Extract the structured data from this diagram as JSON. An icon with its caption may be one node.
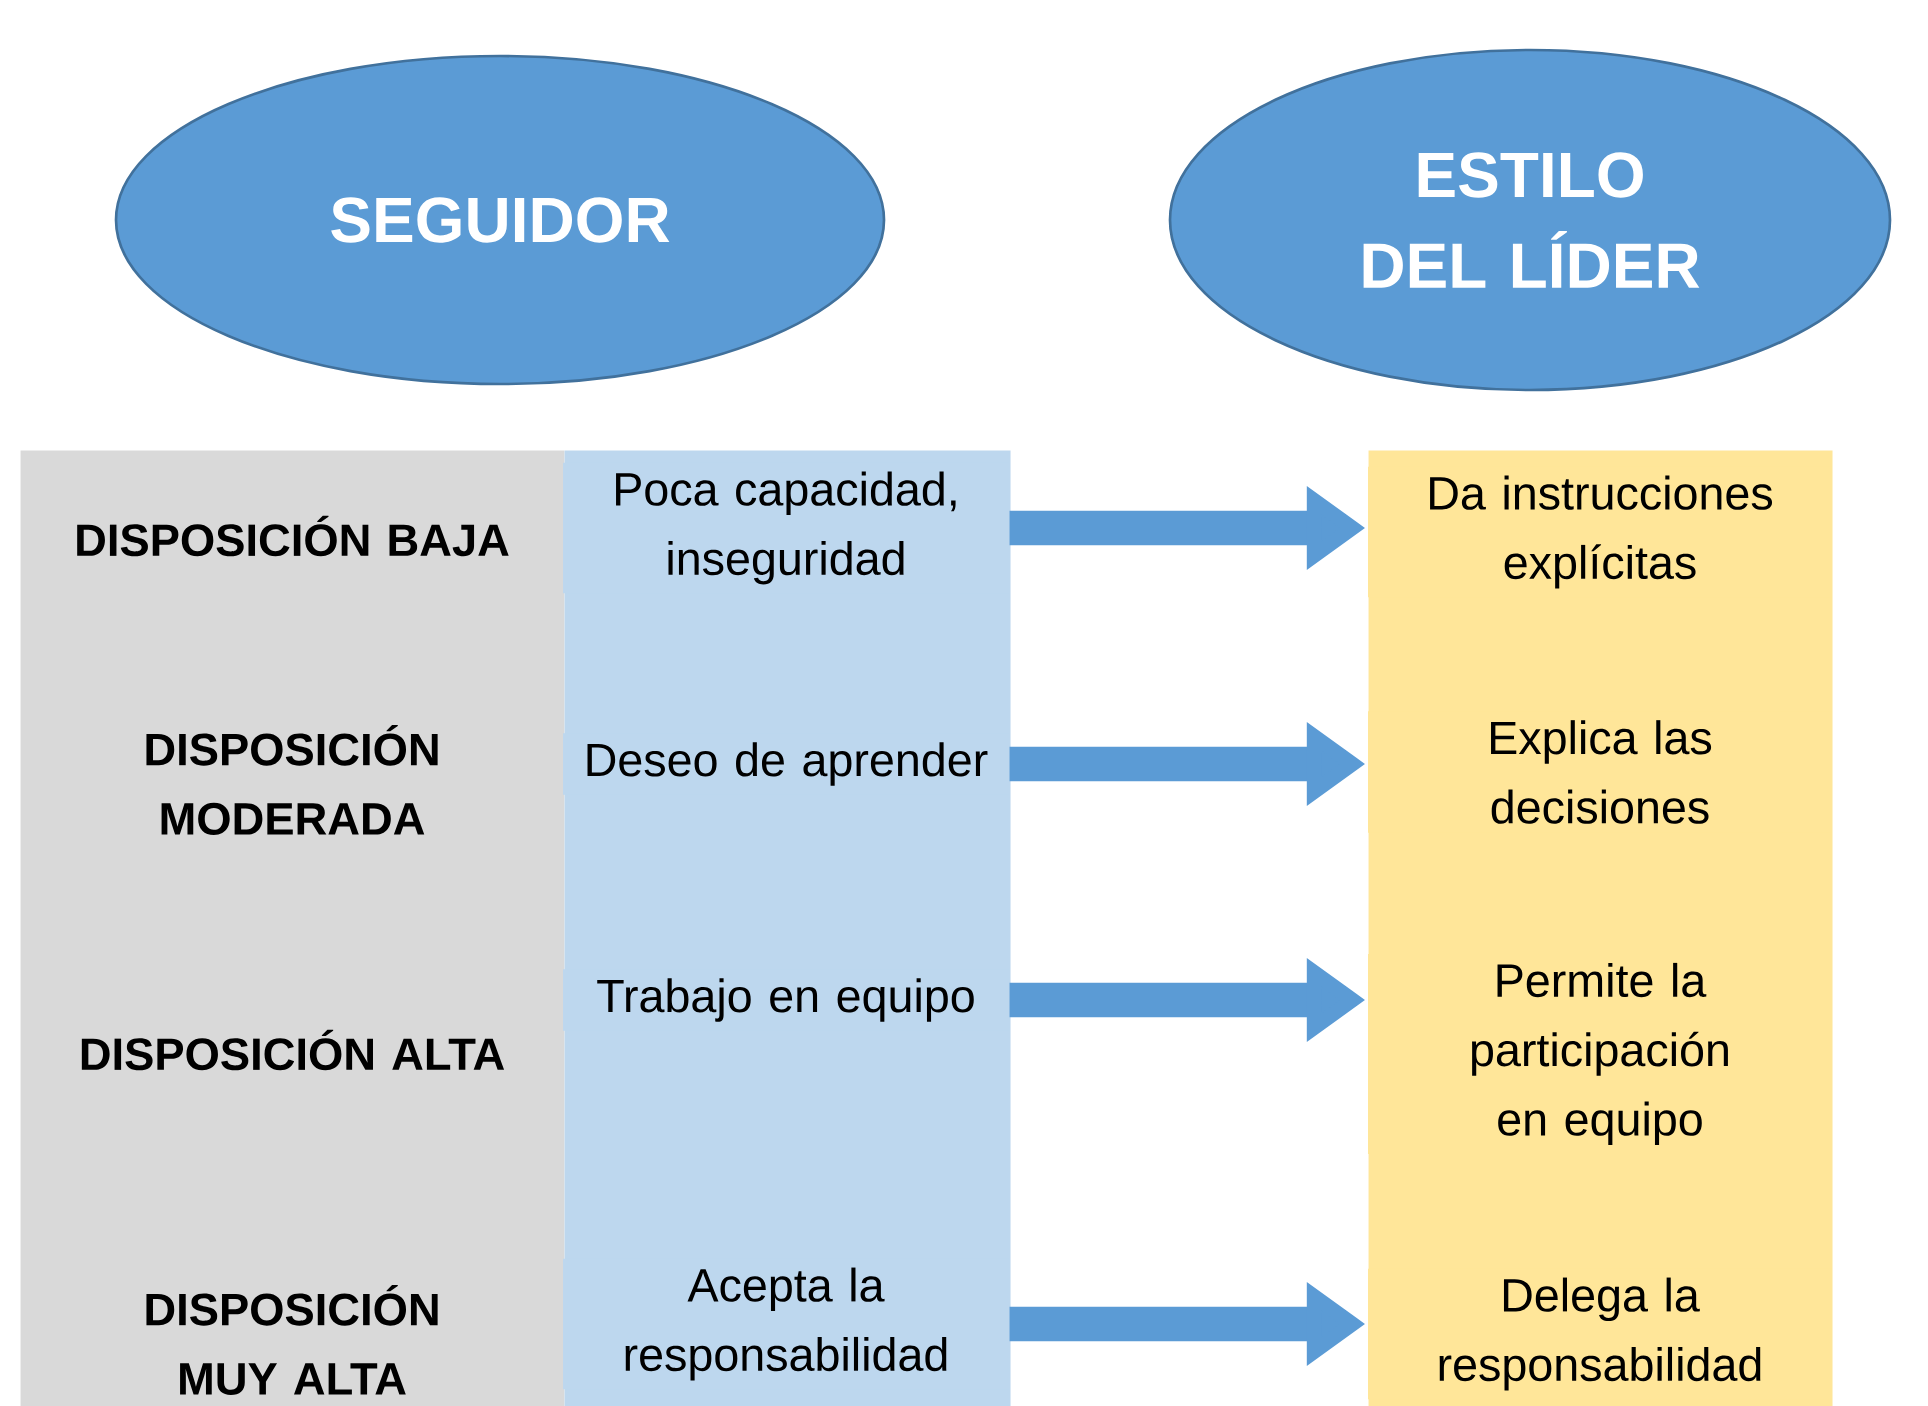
{
  "diagram": {
    "nodes": [
      {
        "text": [
          "SEGUIDOR"
        ]
      },
      {
        "text": [
          "ESTILO DEL LÍDER"
        ]
      },
      {
        "text": [
          "DISPOSICIÓN BAJA",
          "DISPOSICIÓN MODERADA",
          "DISPOSICIÓN ALTA",
          "DISPOSICIÓN MUY ALTA"
        ]
      },
      {
        "text": [],
        "shape": "box"
      },
      {
        "text": [
          "Poca capacidad, inseguridad"
        ],
        "in": 3
      },
      {
        "text": [
          "Deseo de aprender"
        ],
        "in": 3
      },
      {
        "text": [
          "Trabajo en equipo"
        ],
        "in": 3
      },
      {
        "text": [
          "Acepta la responsabilidad"
        ],
        "in": 3
      },
      {
        "text": [],
        "shape": "box"
      },
      {
        "text": [
          "Da instrucciones explícitas"
        ],
        "in": 8
      },
      {
        "text": [
          "Explica las decisiones"
        ],
        "in": 8
      },
      {
        "text": [
          "Permite la participación en equipo"
        ],
        "in": 8
      },
      {
        "text": [
          "Delega la responsabilidad"
        ],
        "in": 8
      }
    ],
    "edges": [
      {
        "from": 4,
        "to": 9,
        "arrow": "to"
      },
      {
        "from": 5,
        "to": 10,
        "arrow": "to"
      },
      {
        "from": 6,
        "to": 11,
        "arrow": "to"
      },
      {
        "from": 7,
        "to": 12,
        "arrow": "to"
      }
    ]
  }
}
